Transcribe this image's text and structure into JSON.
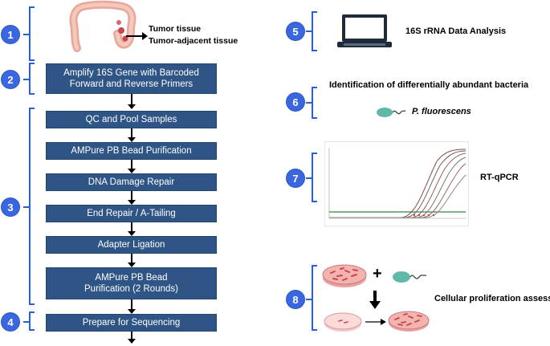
{
  "markers": [
    "1",
    "2",
    "3",
    "4",
    "5",
    "6",
    "7",
    "8"
  ],
  "tissue": {
    "tumor_label": "Tumor tissue",
    "adjacent_label": "Tumor-adjacent tissue"
  },
  "workflow_steps": [
    "Amplify 16S Gene with Barcoded Forward and Reverse Primers",
    "QC and Pool Samples",
    "AMPure PB Bead Purification",
    "DNA Damage Repair",
    "End Repair / A-Tailing",
    "Adapter Ligation",
    "AMPure PB Bead Purification (2 Rounds)",
    "Prepare for Sequencing"
  ],
  "analysis": {
    "label": "16S rRNA Data Analysis"
  },
  "identification": {
    "title": "Identification of differentially abundant bacteria",
    "species": "P. fluorescens"
  },
  "qpcr": {
    "label": "RT-qPCR"
  },
  "proliferation": {
    "plus_sign": "+",
    "label": "Cellular proliferation assessment"
  },
  "colors": {
    "accent": "#3a67e0",
    "step_box": "#2f5586",
    "bacterium": "#5fb8a8",
    "dish_pink": "#f3a6a8",
    "cells": "#d8545a"
  }
}
